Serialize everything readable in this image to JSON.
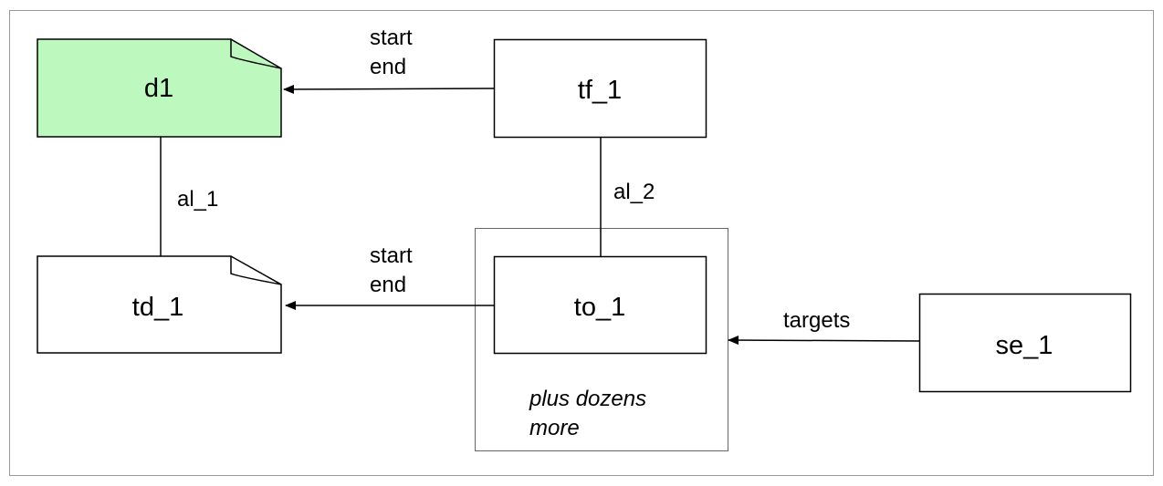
{
  "nodes": {
    "d1": {
      "label": "d1",
      "fill": "#bdf9bf"
    },
    "tf_1": {
      "label": "tf_1"
    },
    "td_1": {
      "label": "td_1"
    },
    "to_1": {
      "label": "to_1"
    },
    "se_1": {
      "label": "se_1"
    }
  },
  "edges": {
    "tf_to_d1": {
      "line1": "start",
      "line2": "end"
    },
    "to_to_td": {
      "line1": "start",
      "line2": "end"
    },
    "al_1": {
      "label": "al_1"
    },
    "al_2": {
      "label": "al_2"
    },
    "targets": {
      "label": "targets"
    }
  },
  "group_note": {
    "line1": "plus dozens",
    "line2": "more"
  },
  "colors": {
    "stroke": "#000000",
    "frame": "#999999",
    "group_border": "#666666",
    "note_fill": "#bdf9bf"
  }
}
